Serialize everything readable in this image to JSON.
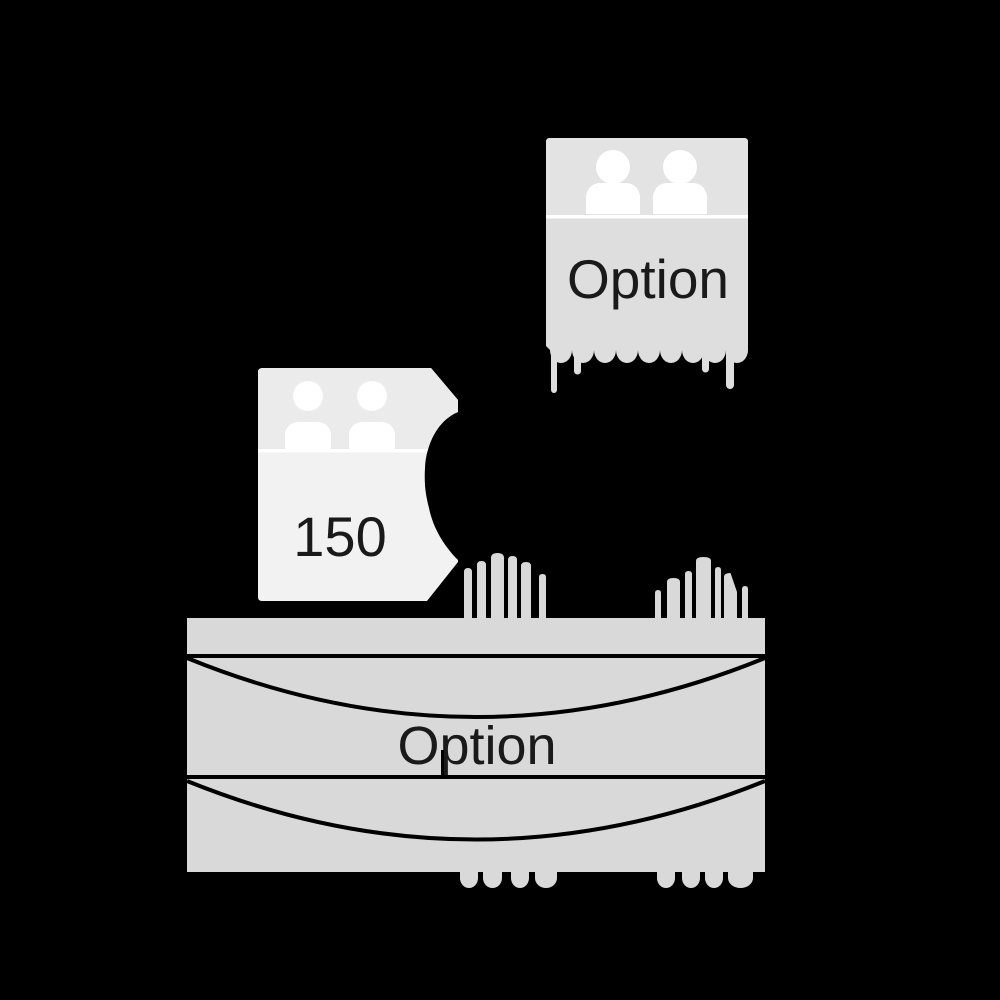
{
  "canvas": {
    "background": "#000000"
  },
  "cards": {
    "option_top": {
      "label": "Option",
      "icon": "people-icon"
    },
    "count_left": {
      "label": "150",
      "icon": "people-icon"
    }
  },
  "bar": {
    "label": "Option"
  },
  "colors": {
    "background": "#000000",
    "card_top_header": "#e3e3e3",
    "card_top_body": "#dedede",
    "card_left_header": "#ebebeb",
    "card_left_body": "#f2f2f2",
    "bar_fill": "#d9d9d9",
    "divider": "#ffffff",
    "icon": "#ffffff",
    "text": "#1a1a1a",
    "line": "#000000"
  }
}
